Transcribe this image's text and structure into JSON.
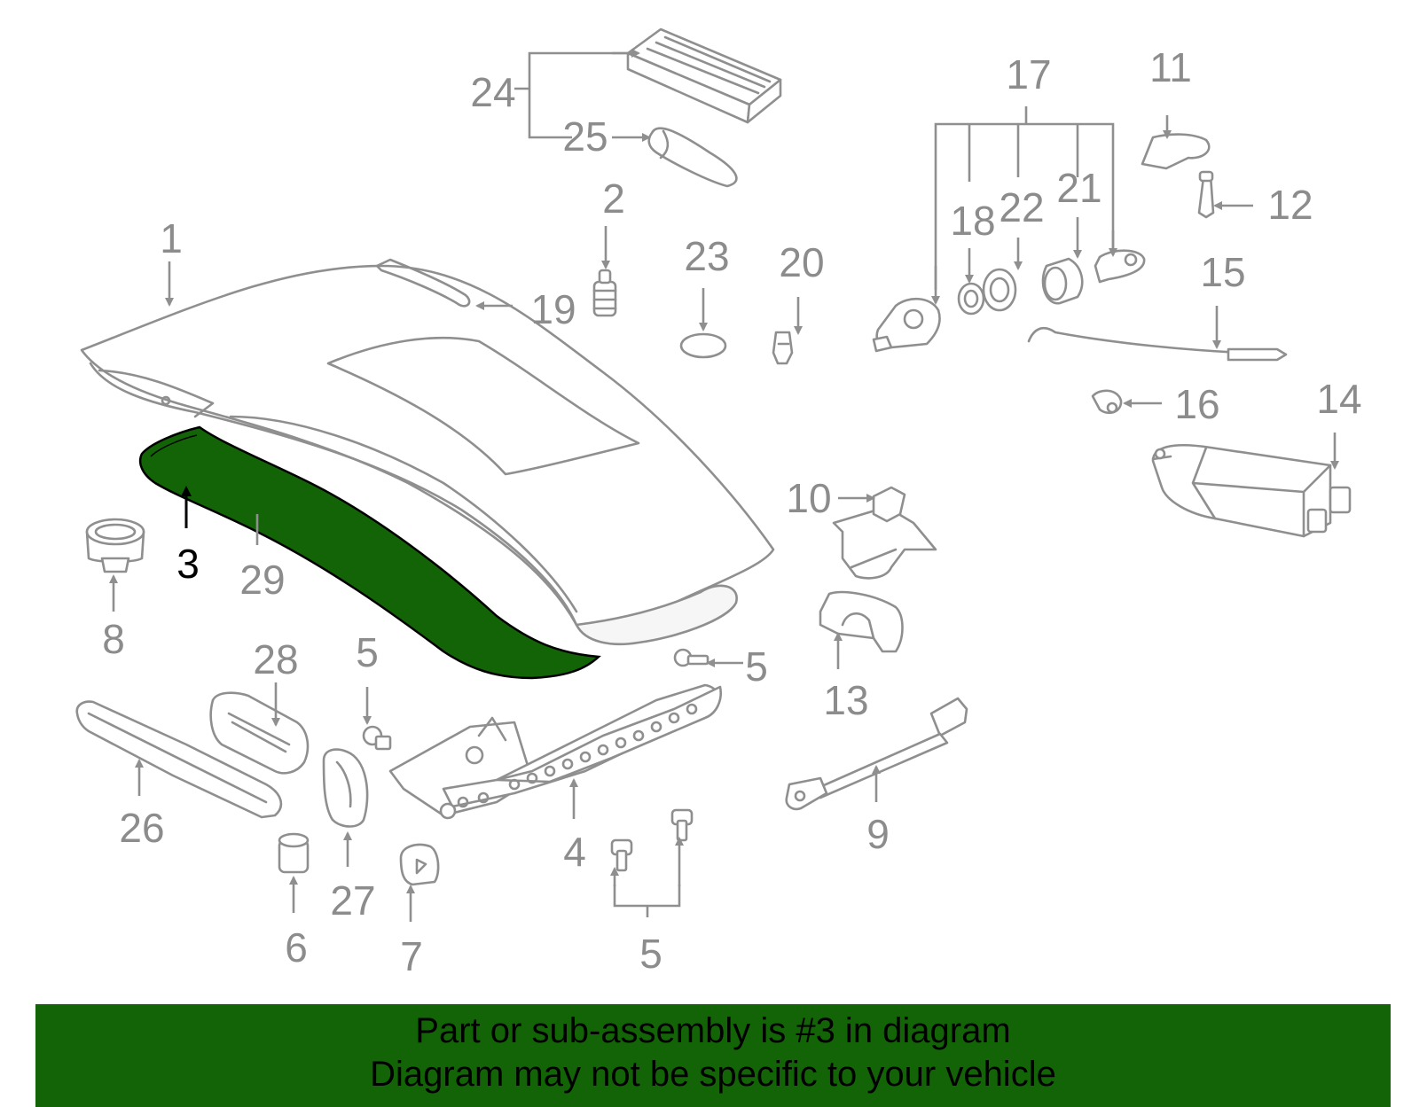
{
  "highlight_color": "#136407",
  "callouts": {
    "c1": "1",
    "c2": "2",
    "c3": "3",
    "c4": "4",
    "c5a": "5",
    "c5b": "5",
    "c5c": "5",
    "c6": "6",
    "c7": "7",
    "c8": "8",
    "c9": "9",
    "c10": "10",
    "c11": "11",
    "c12": "12",
    "c13": "13",
    "c14": "14",
    "c15": "15",
    "c16": "16",
    "c17": "17",
    "c18": "18",
    "c19": "19",
    "c20": "20",
    "c21": "21",
    "c22": "22",
    "c23": "23",
    "c24": "24",
    "c25": "25",
    "c26": "26",
    "c27": "27",
    "c28": "28",
    "c29": "29"
  },
  "banner": {
    "line1": "Part or sub-assembly is #3 in diagram",
    "line2": "Diagram may not be specific to your vehicle"
  }
}
